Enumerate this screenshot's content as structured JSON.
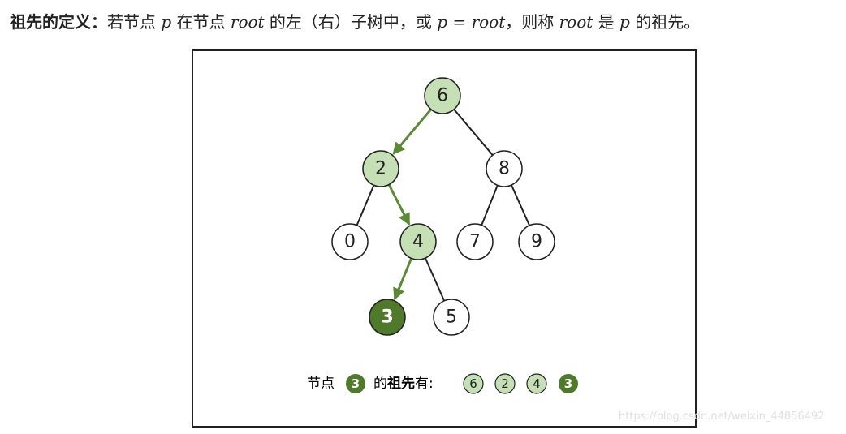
{
  "definition": {
    "label": "祖先的定义：",
    "parts": [
      "若节点 ",
      "p",
      " 在节点 ",
      "root",
      " 的左（右）子树中，或 ",
      "p = root",
      "，则称 ",
      "root",
      " 是 ",
      "p",
      " 的祖先。"
    ]
  },
  "tree": {
    "nodes": [
      {
        "id": "n6",
        "label": "6",
        "state": "ancestor"
      },
      {
        "id": "n2",
        "label": "2",
        "state": "ancestor"
      },
      {
        "id": "n8",
        "label": "8",
        "state": "normal"
      },
      {
        "id": "n0",
        "label": "0",
        "state": "normal"
      },
      {
        "id": "n4",
        "label": "4",
        "state": "ancestor"
      },
      {
        "id": "n7",
        "label": "7",
        "state": "normal"
      },
      {
        "id": "n9",
        "label": "9",
        "state": "normal"
      },
      {
        "id": "n3",
        "label": "3",
        "state": "target"
      },
      {
        "id": "n5",
        "label": "5",
        "state": "normal"
      }
    ],
    "edges": [
      {
        "from": "n6",
        "to": "n2",
        "path": true
      },
      {
        "from": "n6",
        "to": "n8",
        "path": false
      },
      {
        "from": "n2",
        "to": "n0",
        "path": false
      },
      {
        "from": "n2",
        "to": "n4",
        "path": true
      },
      {
        "from": "n8",
        "to": "n7",
        "path": false
      },
      {
        "from": "n8",
        "to": "n9",
        "path": false
      },
      {
        "from": "n4",
        "to": "n3",
        "path": true
      },
      {
        "from": "n4",
        "to": "n5",
        "path": false
      }
    ]
  },
  "legend": {
    "prefix": "节点",
    "target": "3",
    "middle_plain": "的",
    "middle_bold": "祖先",
    "suffix": "有:",
    "ancestors": [
      "6",
      "2",
      "4",
      "3"
    ]
  },
  "colors": {
    "ancestor_fill": "#c5e0b4",
    "target_fill": "#4e7a2a",
    "arrow": "#5b8a35",
    "edge": "#222222"
  },
  "watermark": "https://blog.csdn.net/weixin_44856492"
}
